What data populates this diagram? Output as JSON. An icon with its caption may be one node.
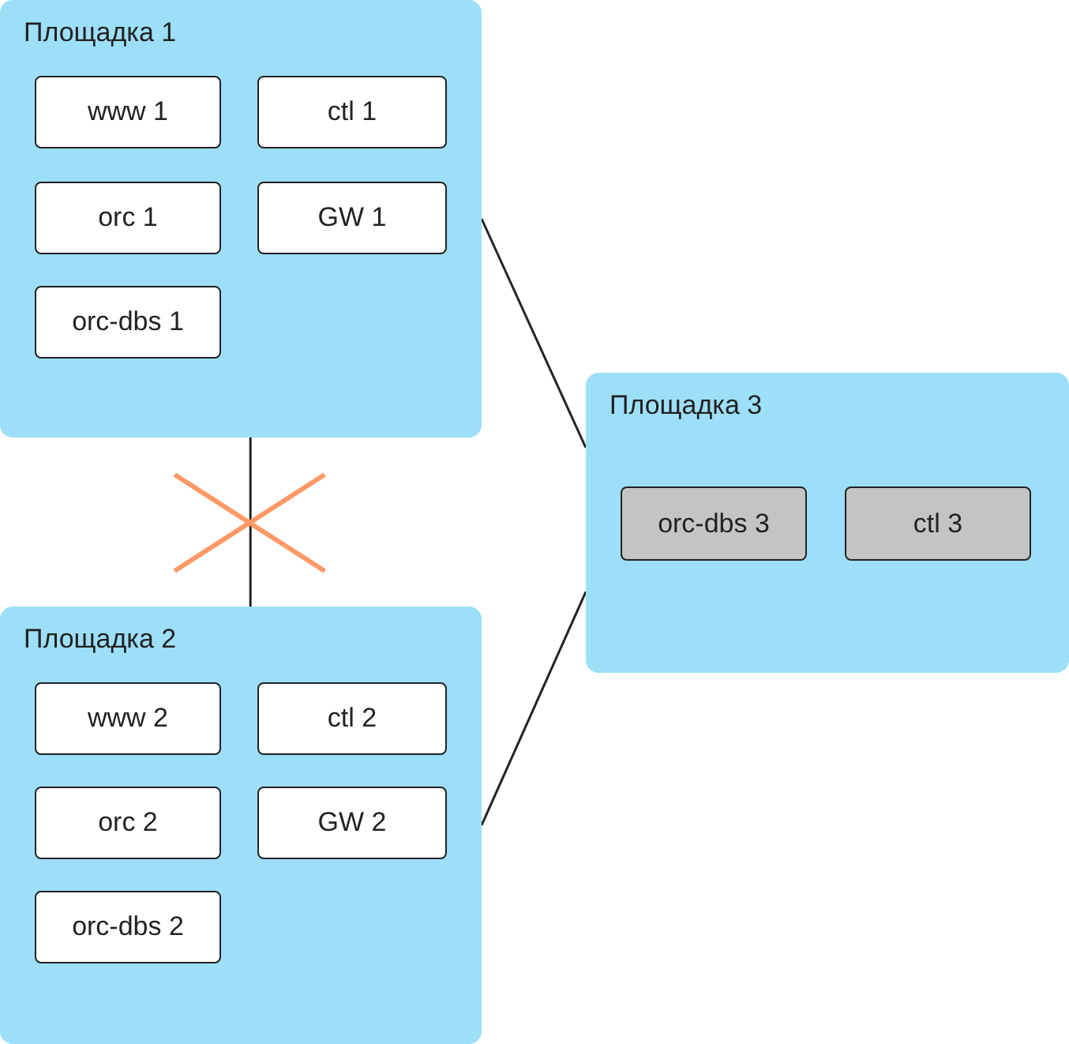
{
  "diagram": {
    "nodes": [
      {
        "text": [
          "Площадка 1"
        ]
      },
      {
        "text": [
          "www 1"
        ],
        "in": 0
      },
      {
        "text": [
          "ctl 1"
        ],
        "in": 0
      },
      {
        "text": [
          "orc 1"
        ],
        "in": 0
      },
      {
        "text": [
          "GW 1"
        ],
        "in": 0
      },
      {
        "text": [
          "orc-dbs 1"
        ],
        "in": 0
      },
      {
        "text": [
          "Площадка 2"
        ]
      },
      {
        "text": [
          "www 2"
        ],
        "in": 6
      },
      {
        "text": [
          "ctl 2"
        ],
        "in": 6
      },
      {
        "text": [
          "orc 2"
        ],
        "in": 6
      },
      {
        "text": [
          "GW 2"
        ],
        "in": 6
      },
      {
        "text": [
          "orc-dbs 2"
        ],
        "in": 6
      },
      {
        "text": [
          "Площадка 3"
        ]
      },
      {
        "text": [
          "orc-dbs 3"
        ],
        "in": 12
      },
      {
        "text": [
          "ctl 3"
        ],
        "in": 12
      }
    ],
    "edges": [
      {
        "from": 0,
        "to": 12,
        "arrow": "none"
      },
      {
        "from": 6,
        "to": 12,
        "arrow": "none"
      },
      {
        "from": 0,
        "to": 6,
        "arrow": "none"
      }
    ]
  }
}
